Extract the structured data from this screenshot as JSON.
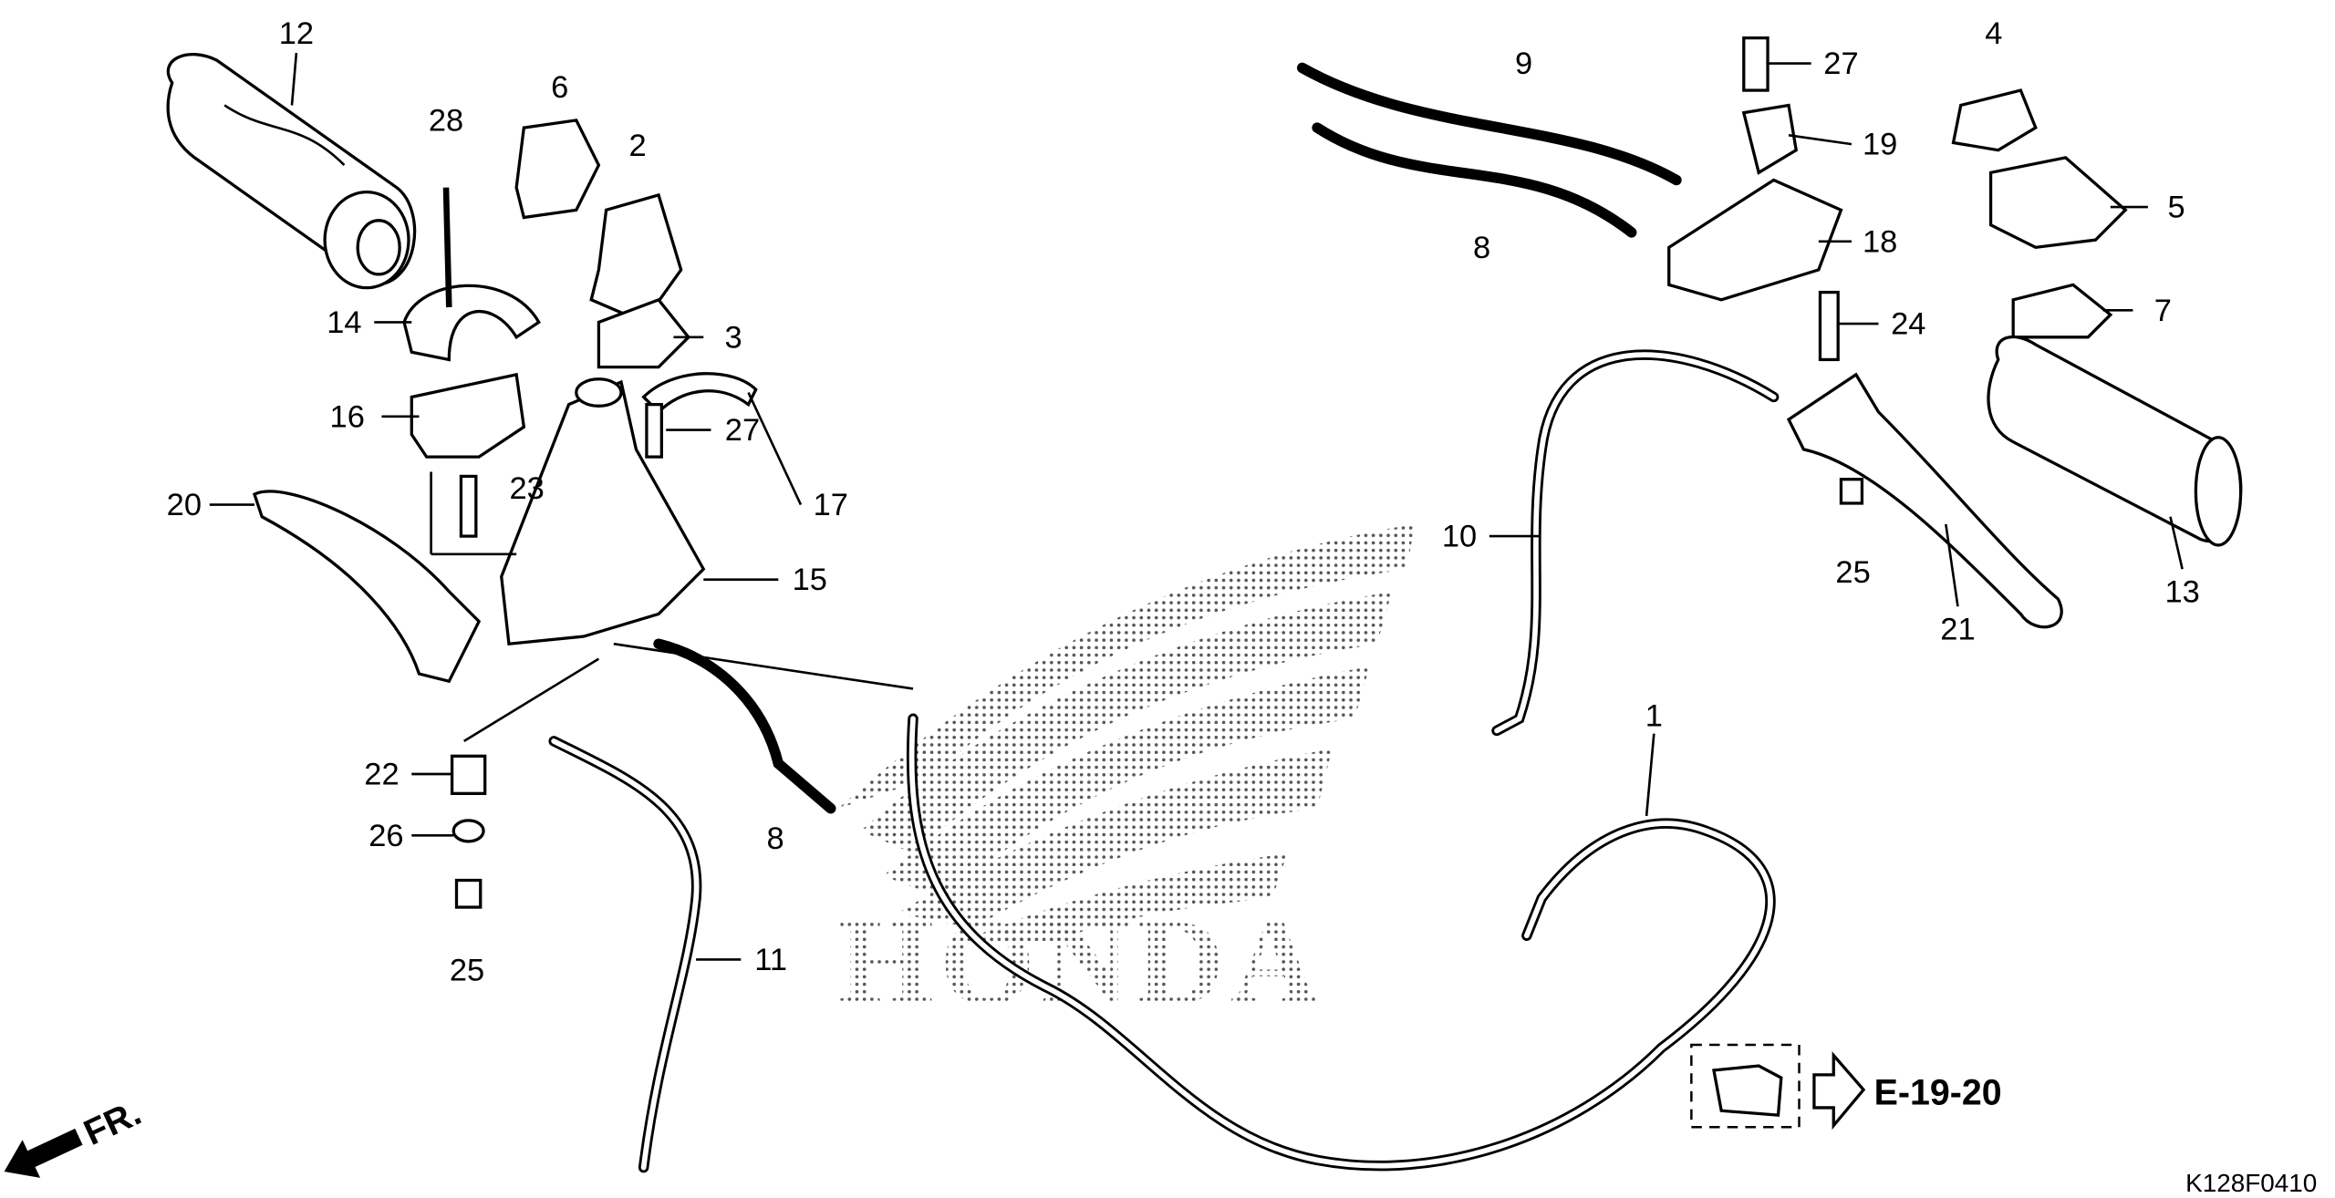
{
  "diagram": {
    "callouts": [
      "12",
      "28",
      "6",
      "2",
      "14",
      "3",
      "16",
      "27",
      "23",
      "17",
      "20",
      "15",
      "22",
      "26",
      "8",
      "25",
      "11",
      "9",
      "27",
      "4",
      "19",
      "5",
      "8",
      "18",
      "7",
      "24",
      "10",
      "25",
      "21",
      "13",
      "1"
    ],
    "reference": "E-19-20",
    "code": "K128F0410",
    "direction": "FR.",
    "logo": "HONDA"
  }
}
